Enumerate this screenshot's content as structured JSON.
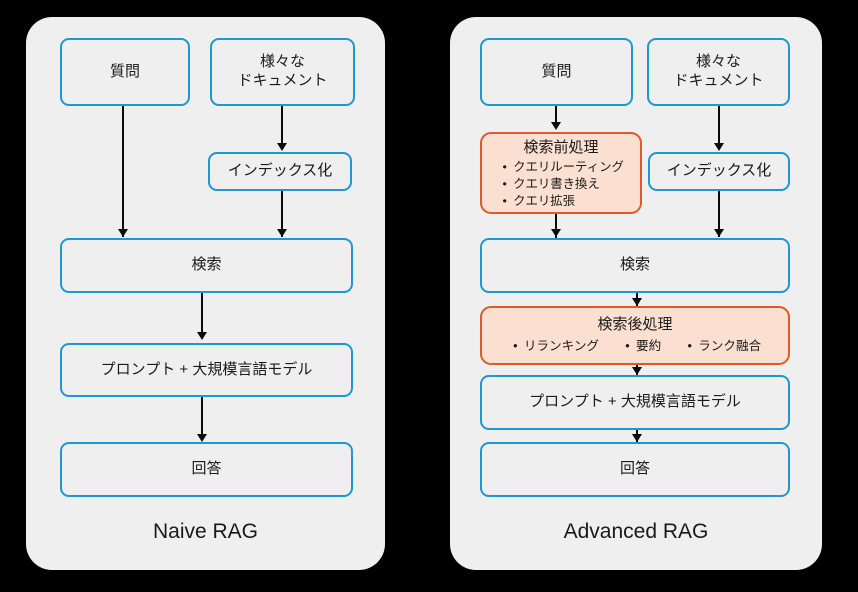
{
  "page": {
    "background": "#000000",
    "panel_background": "#EFEFEF",
    "accent_blue": "#1F97D2",
    "accent_orange": "#DE5B27",
    "orange_fill": "#FBDFD1",
    "text_color": "#1A1A1A"
  },
  "panels": [
    {
      "id": "naive",
      "label": "Naive RAG",
      "nodes": {
        "question": "質問",
        "documents": "様々な\nドキュメント",
        "indexing": "インデックス化",
        "retrieval": "検索",
        "prompt_llm": "プロンプト + 大規模言語モデル",
        "answer": "回答"
      }
    },
    {
      "id": "advanced",
      "label": "Advanced RAG",
      "nodes": {
        "question": "質問",
        "documents": "様々な\nドキュメント",
        "pre_retrieval": "検索前処理",
        "pre_retrieval_items": [
          "クエリルーティング",
          "クエリ書き換え",
          "クエリ拡張"
        ],
        "indexing": "インデックス化",
        "retrieval": "検索",
        "post_retrieval": "検索後処理",
        "post_retrieval_items": [
          "リランキング",
          "要約",
          "ランク融合"
        ],
        "prompt_llm": "プロンプト + 大規模言語モデル",
        "answer": "回答"
      }
    }
  ]
}
